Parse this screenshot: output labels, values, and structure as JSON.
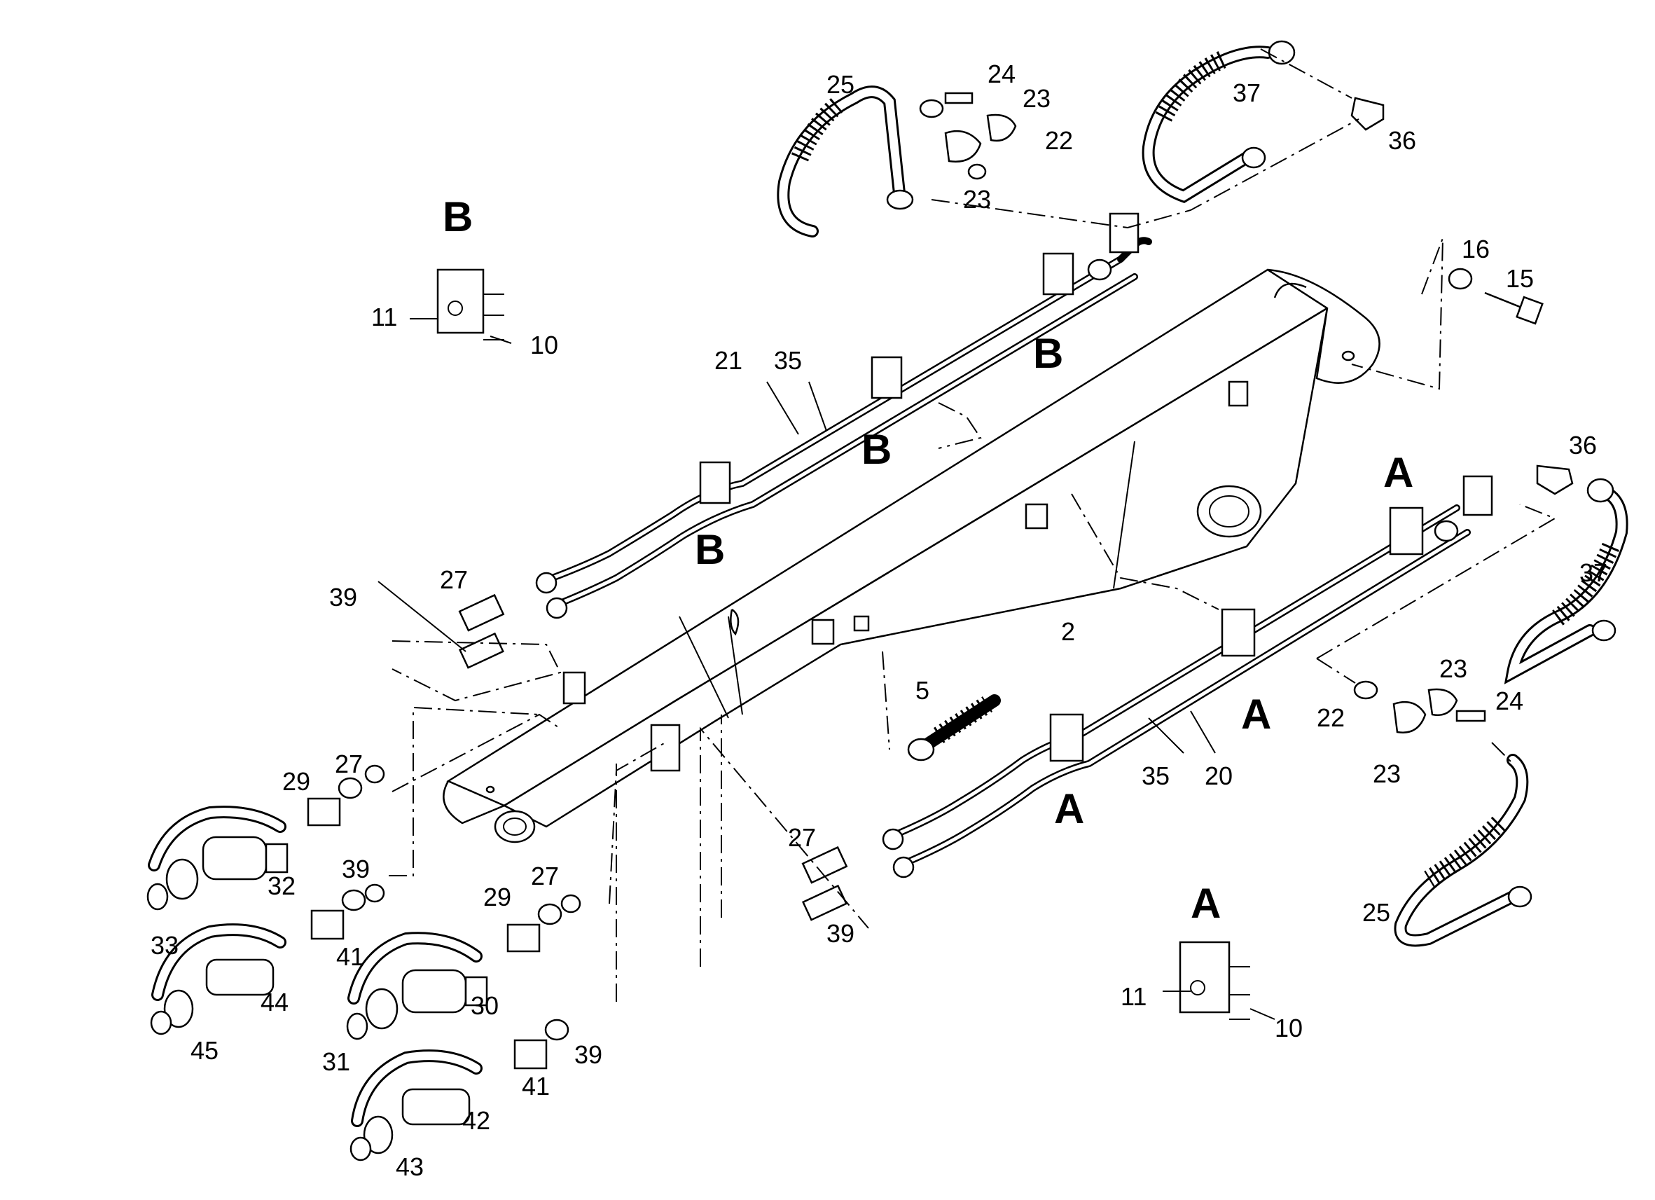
{
  "callouts": {
    "n2": "2",
    "n5": "5",
    "n10": "10",
    "n11": "11",
    "n15": "15",
    "n16": "16",
    "n20": "20",
    "n21": "21",
    "n22": "22",
    "n23": "23",
    "n24": "24",
    "n25": "25",
    "n27": "27",
    "n29": "29",
    "n30": "30",
    "n31": "31",
    "n32": "32",
    "n33": "33",
    "n35": "35",
    "n36": "36",
    "n37": "37",
    "n39": "39",
    "n41": "41",
    "n42": "42",
    "n43": "43",
    "n44": "44",
    "n45": "45"
  },
  "markers": {
    "a": "A",
    "b": "B"
  }
}
